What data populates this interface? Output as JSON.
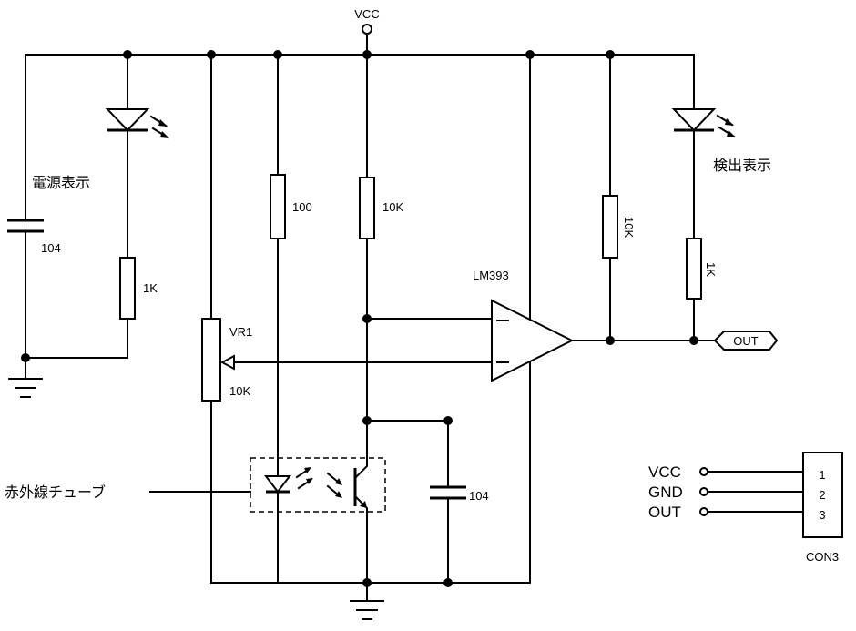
{
  "supply": {
    "vcc_label": "VCC"
  },
  "power_indicator": {
    "label": "電源表示",
    "resistor": "1K",
    "capacitor": "104"
  },
  "resistors": {
    "r100": "100",
    "r_center": "10K",
    "r_pullup": "10K",
    "r_led": "1K"
  },
  "potentiometer": {
    "name": "VR1",
    "value": "10K"
  },
  "comparator": {
    "name": "LM393"
  },
  "detect_indicator": {
    "label": "検出表示"
  },
  "output": {
    "label": "OUT"
  },
  "ir_tube": {
    "label": "赤外線チューブ"
  },
  "filter_capacitor": {
    "value": "104"
  },
  "connector": {
    "name": "CON3",
    "pins": [
      {
        "number": "1",
        "signal": "VCC"
      },
      {
        "number": "2",
        "signal": "GND"
      },
      {
        "number": "3",
        "signal": "OUT"
      }
    ]
  }
}
